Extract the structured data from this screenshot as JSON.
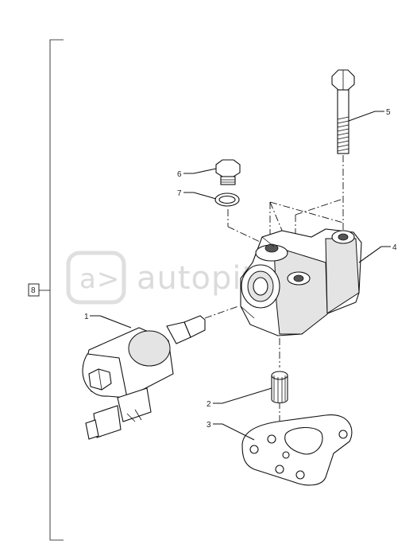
{
  "callouts": {
    "assembly": "8",
    "solenoid": "1",
    "sleeve": "2",
    "gasket": "3",
    "housing": "4",
    "bolt": "5",
    "plug": "6",
    "washer": "7"
  },
  "watermark": "autopiter.ru"
}
